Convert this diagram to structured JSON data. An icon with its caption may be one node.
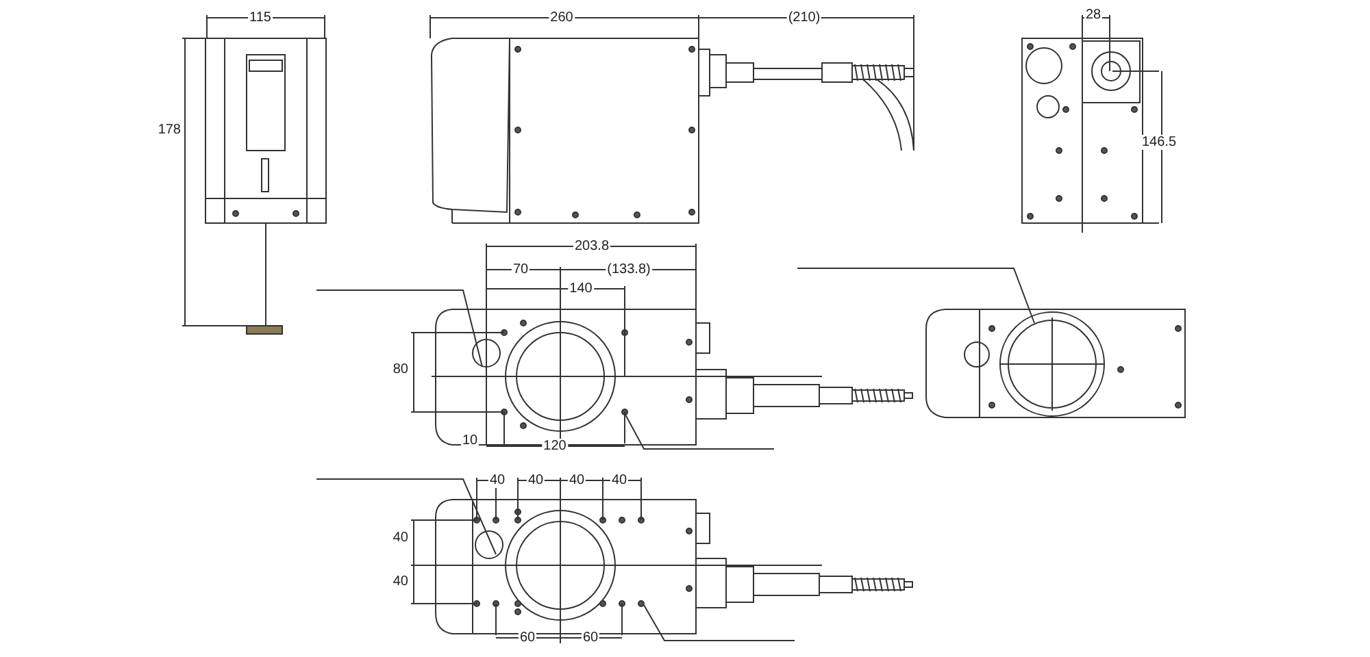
{
  "diagram": {
    "labels": [
      "115",
      "260",
      "(210)",
      "28",
      "178",
      "146.5",
      "203.8",
      "70",
      "(133.8)",
      "140",
      "80",
      "10",
      "120",
      "40",
      "40",
      "40",
      "40",
      "40",
      "40",
      "60",
      "60"
    ]
  }
}
